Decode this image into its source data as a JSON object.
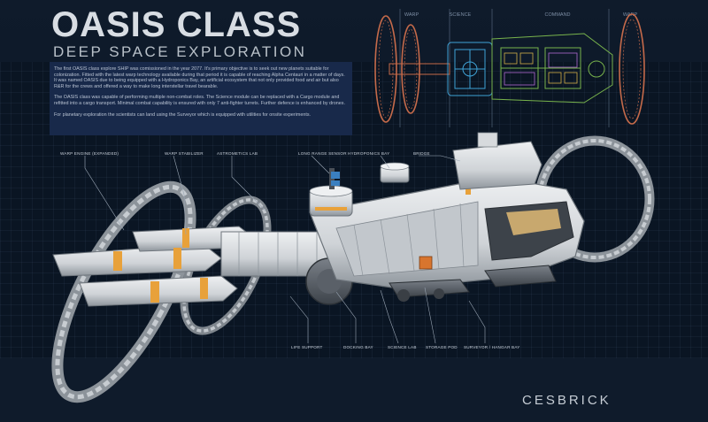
{
  "header": {
    "title": "OASIS CLASS",
    "subtitle": "DEEP SPACE EXPLORATION"
  },
  "description": {
    "paragraphs": [
      "The first OASIS class explore SHIP was comissioned in the year 2077. It's primary objective is to seek out new planets suitable for colonization. Fitted with the latest warp technology available during that period it is capable of reaching Alpha Centauri in a matter of days. It was named OASIS due to being equipped with a Hydroponics Bay, an artificial ecosystem that not only provided food and air but also R&R for the crews and offered a way to make long interstellar travel bearable.",
      "The OASIS class was capable of performing multiple non-combat roles. The Science module can be replaced with a Cargo module and refitted into a cargo transport. Minimal combat capability is ensured with only 7 anti-fighter turrets. Further defence is enhanced by drones.",
      "For planetary exploration the scientists can land using the Surveyor which is equipped with utilities for onsite experiments."
    ]
  },
  "blueprint": {
    "sections": [
      "WARP",
      "SCIENCE",
      "COMMAND",
      "WARP"
    ]
  },
  "callouts": {
    "warp_engine": "WARP ENGINE (EXPANDED)",
    "warp_stabilizer": "WARP STABILIZER",
    "astrometics_lab": "ASTROMETICS LAB",
    "long_range_sensor": "LONG RANGE SENSOR",
    "hydroponics_bay": "HYDROPONICS BAY",
    "bridge": "BRIDGE",
    "life_support": "LIFE SUPPORT",
    "docking_bay": "DOCKING BAY",
    "science_lab": "SCIENCE LAB",
    "storage_pod": "STORAGE POD",
    "surveyor_hangar": "SURVEYOR / HANGAR BAY"
  },
  "footer": {
    "brand": "CESBRICK"
  },
  "colors": {
    "background": "#0a1523",
    "panel": "#18294a",
    "hull": "#d9dcdf",
    "accent_orange": "#e8a13a",
    "blueprint_warp": "#c56a4a",
    "blueprint_science": "#3fa2d6",
    "blueprint_command": "#78b34c"
  }
}
